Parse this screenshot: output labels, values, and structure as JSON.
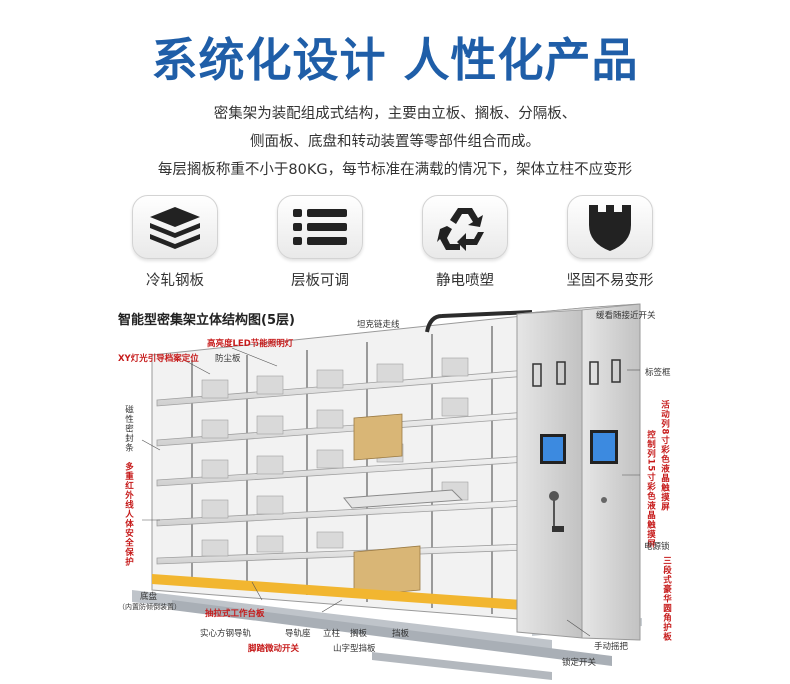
{
  "headline": "系统化设计 人性化产品",
  "description": [
    "密集架为装配组成式结构，主要由立板、搁板、分隔板、",
    "侧面板、底盘和转动装置等零部件组合而成。",
    "每层搁板称重不小于80KG，每节标准在满载的情况下，架体立柱不应变形"
  ],
  "features": [
    {
      "icon": "layers-icon",
      "label": "冷轧钢板"
    },
    {
      "icon": "shelf-list-icon",
      "label": "层板可调"
    },
    {
      "icon": "recycle-icon",
      "label": "静电喷塑"
    },
    {
      "icon": "shield-icon",
      "label": "坚固不易变形"
    }
  ],
  "diagram": {
    "title": "智能型密集架立体结构图(5层)",
    "callouts": {
      "chain": "坦克链走线",
      "led": "高亮度LED节能照明灯",
      "xy": "XY灯光引导档案定位",
      "dust": "防尘板",
      "magnet": "磁性密封条",
      "infrared": "多重红外线人体安全保护",
      "base": "底盘",
      "base_note": "（内置防倾倒装置）",
      "worktable": "抽拉式工作台板",
      "rail": "实心方钢导轨",
      "rail_seat": "导轨座",
      "post": "立柱",
      "shelf": "搁板",
      "divider": "挡板",
      "baffle": "山字型挡板",
      "pedal": "脚踏微动开关",
      "approach": "缓看随接近开关",
      "label_frame": "标签框",
      "mobile_screen": "活动列8寸彩色液晶触摸屏",
      "control_screen": "控制列15寸彩色液晶触摸屏",
      "power": "电源锁",
      "guard": "三段式豪华圆角护板",
      "handle": "手动摇把",
      "lock": "锁定开关"
    }
  }
}
